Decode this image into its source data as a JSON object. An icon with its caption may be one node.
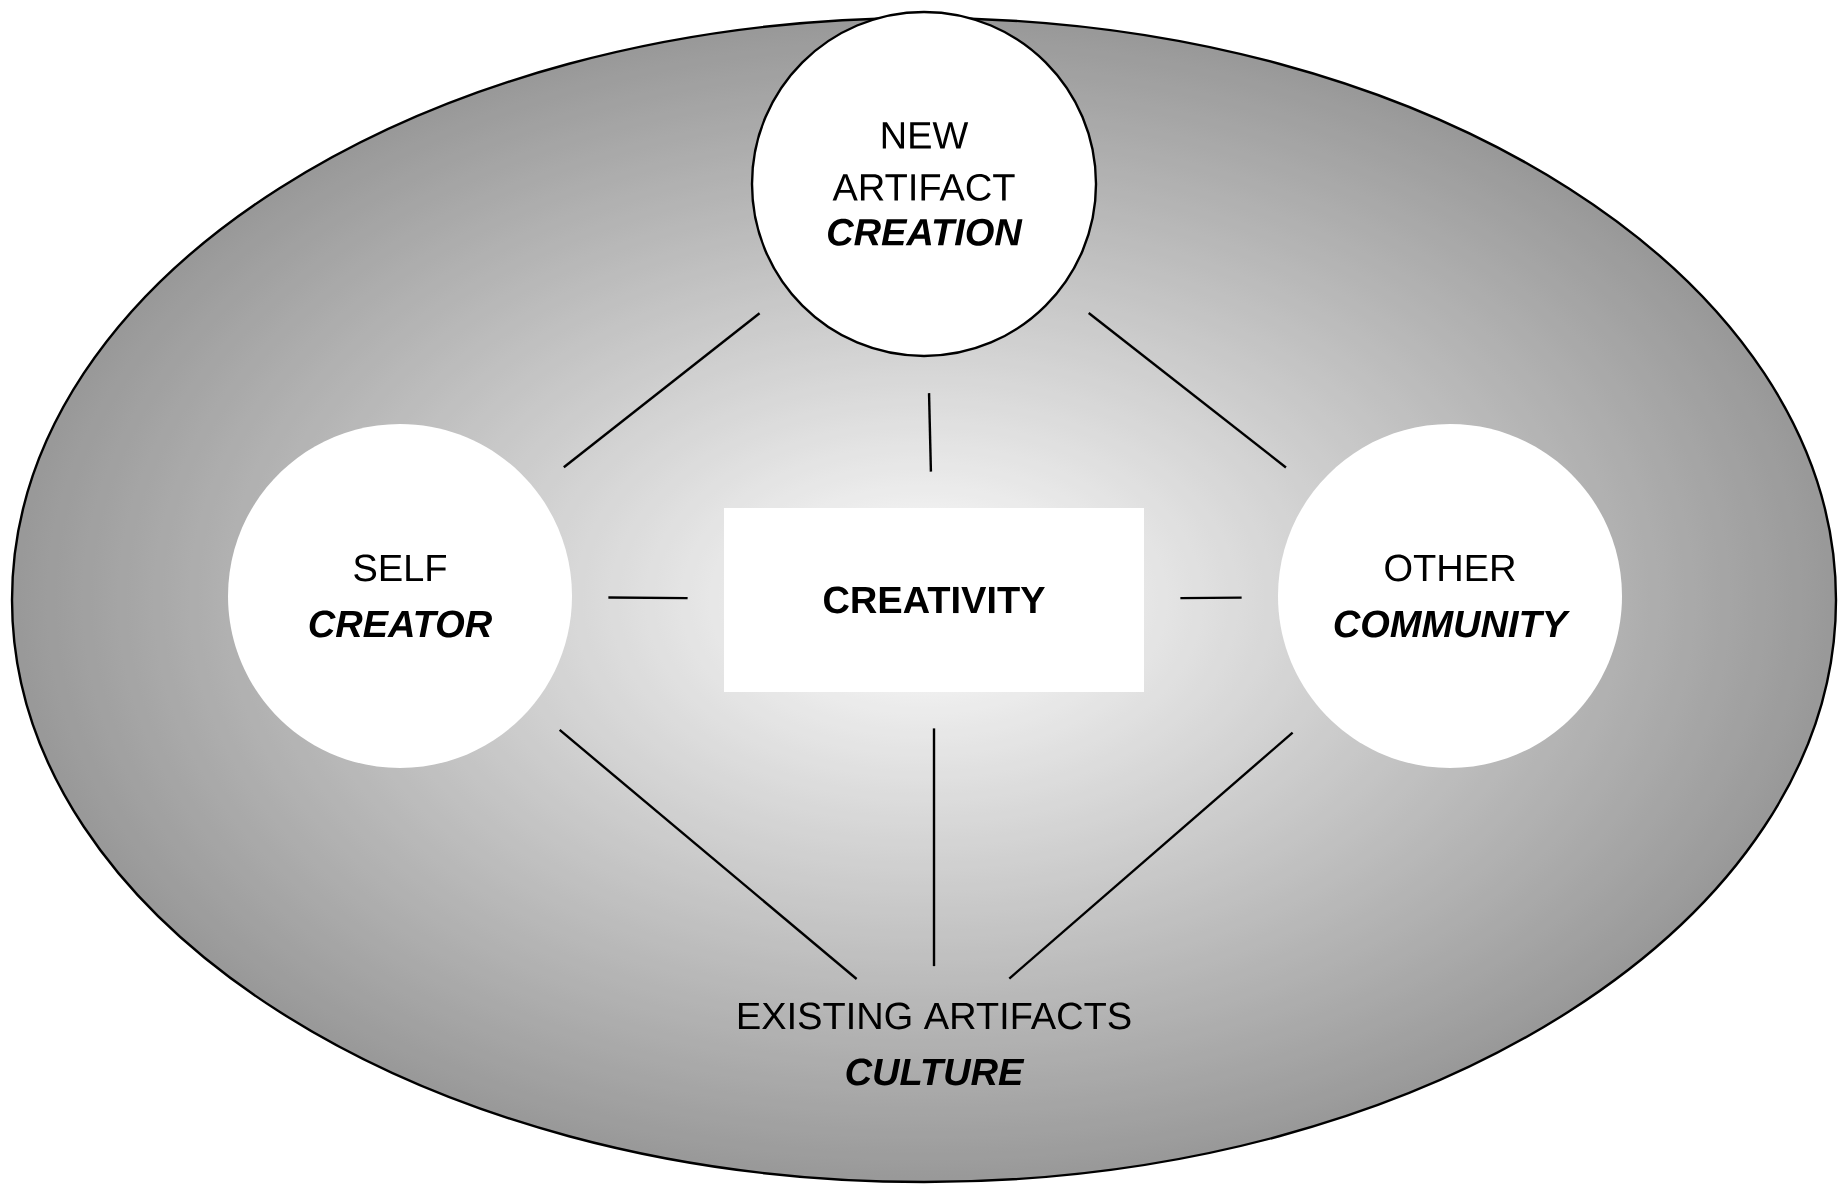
{
  "diagram": {
    "nodes": [
      {
        "text": [],
        "shape": "ellipse"
      },
      {
        "text": [
          "NEW ARTIFACT",
          "CREATION"
        ],
        "in": 0
      },
      {
        "text": [
          "SELF",
          "CREATOR"
        ],
        "in": 0
      },
      {
        "text": [
          "CREATIVITY"
        ],
        "in": 0
      },
      {
        "text": [
          "OTHER",
          "COMMUNITY"
        ],
        "in": 0
      },
      {
        "text": [
          "EXISTING ARTIFACTS",
          "CULTURE"
        ],
        "in": 0
      }
    ],
    "edges": [
      {
        "from": 1,
        "to": 2,
        "arrow": "none"
      },
      {
        "from": 1,
        "to": 3,
        "arrow": "none"
      },
      {
        "from": 1,
        "to": 4,
        "arrow": "none"
      },
      {
        "from": 2,
        "to": 3,
        "arrow": "none"
      },
      {
        "from": 3,
        "to": 4,
        "arrow": "none"
      },
      {
        "from": 2,
        "to": 5,
        "arrow": "none"
      },
      {
        "from": 3,
        "to": 5,
        "arrow": "none"
      },
      {
        "from": 4,
        "to": 5,
        "arrow": "none"
      }
    ]
  }
}
